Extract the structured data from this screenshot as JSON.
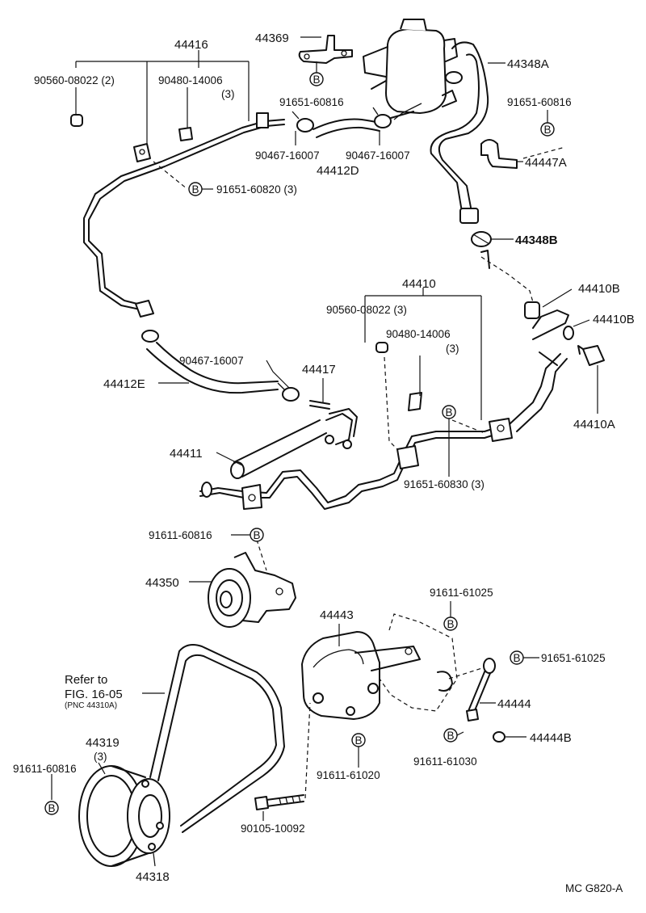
{
  "diagram_code": "MC G820-A",
  "bolt_mark": "B",
  "labels": {
    "p44416": "44416",
    "p90560_a": "90560-08022 (2)",
    "p90480_a": "90480-14006",
    "p90480_a_qty": "(3)",
    "p44369": "44369",
    "p91651_60816_a": "91651-60816",
    "p44348A": "44348A",
    "p91651_60816_b": "91651-60816",
    "p90467_a": "90467-16007",
    "p90467_b": "90467-16007",
    "p44412D": "44412D",
    "p44447A": "44447A",
    "p91651_60820": "91651-60820 (3)",
    "p44348B": "44348B",
    "p44410": "44410",
    "p44410B_a": "44410B",
    "p90560_b": "90560-08022 (3)",
    "p44410B_b": "44410B",
    "p90480_b": "90480-14006",
    "p90480_b_qty": "(3)",
    "p90467_c": "90467-16007",
    "p44417": "44417",
    "p44412E": "44412E",
    "p44410A": "44410A",
    "p44411": "44411",
    "p91651_60830": "91651-60830 (3)",
    "p91611_60816_a": "91611-60816",
    "p44350": "44350",
    "p91611_61025": "91611-61025",
    "p44443": "44443",
    "p91651_61025": "91651-61025",
    "ref_line1": "Refer to",
    "ref_line2": "FIG. 16-05",
    "ref_line3": "(PNC 44310A)",
    "p44444": "44444",
    "p44319": "44319",
    "p44319_qty": "(3)",
    "p44444B": "44444B",
    "p91611_60816_b": "91611-60816",
    "p91611_61020": "91611-61020",
    "p91611_61030": "91611-61030",
    "p90105": "90105-10092",
    "p44318": "44318"
  }
}
